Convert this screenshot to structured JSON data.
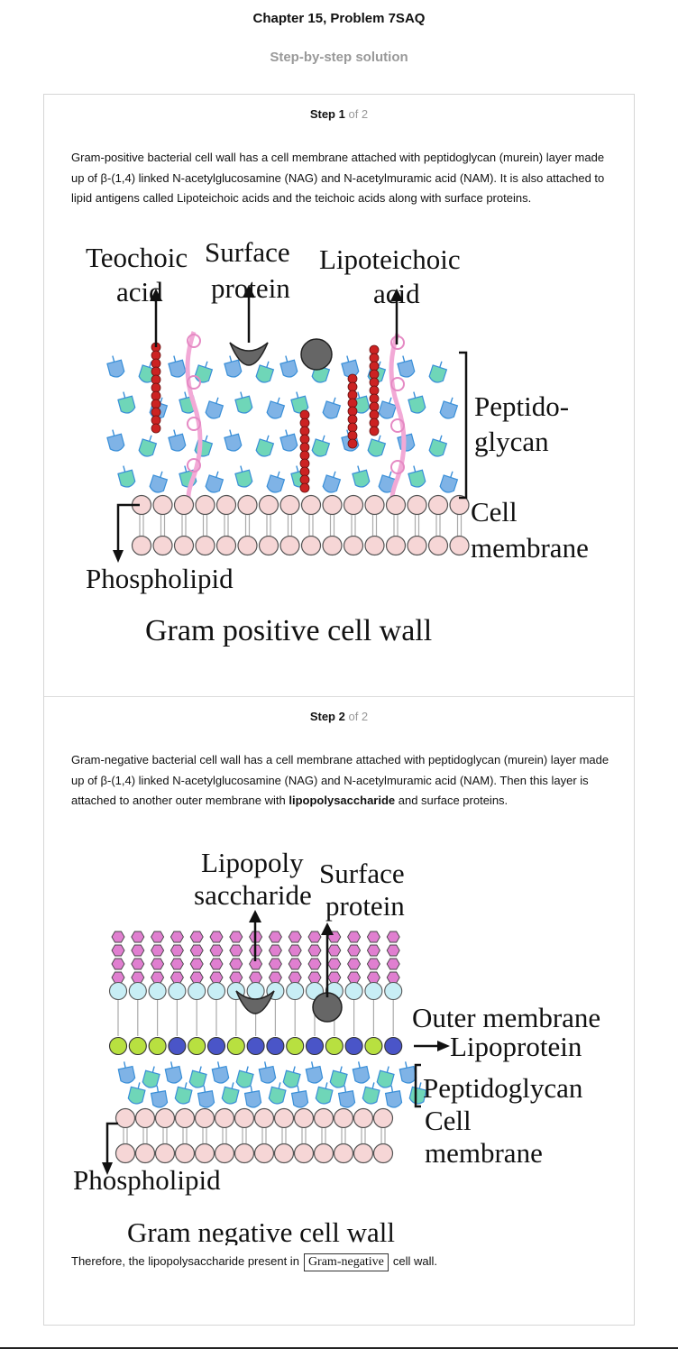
{
  "header": {
    "chapter_title": "Chapter 15, Problem 7SAQ",
    "solution_heading": "Step-by-step solution"
  },
  "steps": [
    {
      "label": "Step 1",
      "of": "of 2",
      "text": "Gram-positive bacterial cell wall has a cell membrane attached with peptidoglycan (murein) layer made up of β-(1,4) linked N-acetylglucosamine (NAG) and N-acetylmuramic acid (NAM). It is also attached to lipid antigens called Lipoteichoic acids and the teichoic acids along with surface proteins.",
      "figure": {
        "teichoic_1": "Teochoic",
        "teichoic_2": "acid",
        "surface_1": "Surface",
        "surface_2": "protein",
        "lipo_1": "Lipoteichoic",
        "lipo_2": "acid",
        "pg_1": "Peptido-",
        "pg_2": "glycan",
        "cm_1": "Cell",
        "cm_2": "membrane",
        "phospholipid": "Phospholipid",
        "caption": "Gram positive cell wall"
      }
    },
    {
      "label": "Step 2",
      "of": "of 2",
      "text_before": "Gram-negative bacterial cell wall has a cell membrane attached with peptidoglycan (murein) layer made up of β-(1,4) linked N-acetylglucosamine (NAG) and N-acetylmuramic acid (NAM). Then this layer is attached to another outer membrane with ",
      "text_bold": "lipopolysaccharide",
      "text_after": " and surface proteins.",
      "figure": {
        "lps_1": "Lipopoly",
        "lps_2": "saccharide",
        "surface_1": "Surface",
        "surface_2": "protein",
        "outer_membrane": "Outer membrane",
        "lipoprotein": "Lipoprotein",
        "peptidoglycan": "Peptidoglycan",
        "cm_1": "Cell",
        "cm_2": "membrane",
        "phospholipid": "Phospholipid",
        "caption": "Gram negative cell wall"
      },
      "conclusion_before": "Therefore, the lipopolysaccharide present in",
      "answer": "Gram-negative",
      "conclusion_after": "cell wall."
    }
  ],
  "colors": {
    "nag": "#7fb3e6",
    "nam": "#6fd6b8",
    "teichoic": "#cc2222",
    "lipoteichoic": "#f2a9d6",
    "protein": "#666666",
    "phospholipid": "#f6d6d6",
    "lps": "#e07fd0",
    "outer_head": "#c8eef5",
    "lipoprotein_green": "#b8e040",
    "lipoprotein_blue": "#4a55c8"
  }
}
